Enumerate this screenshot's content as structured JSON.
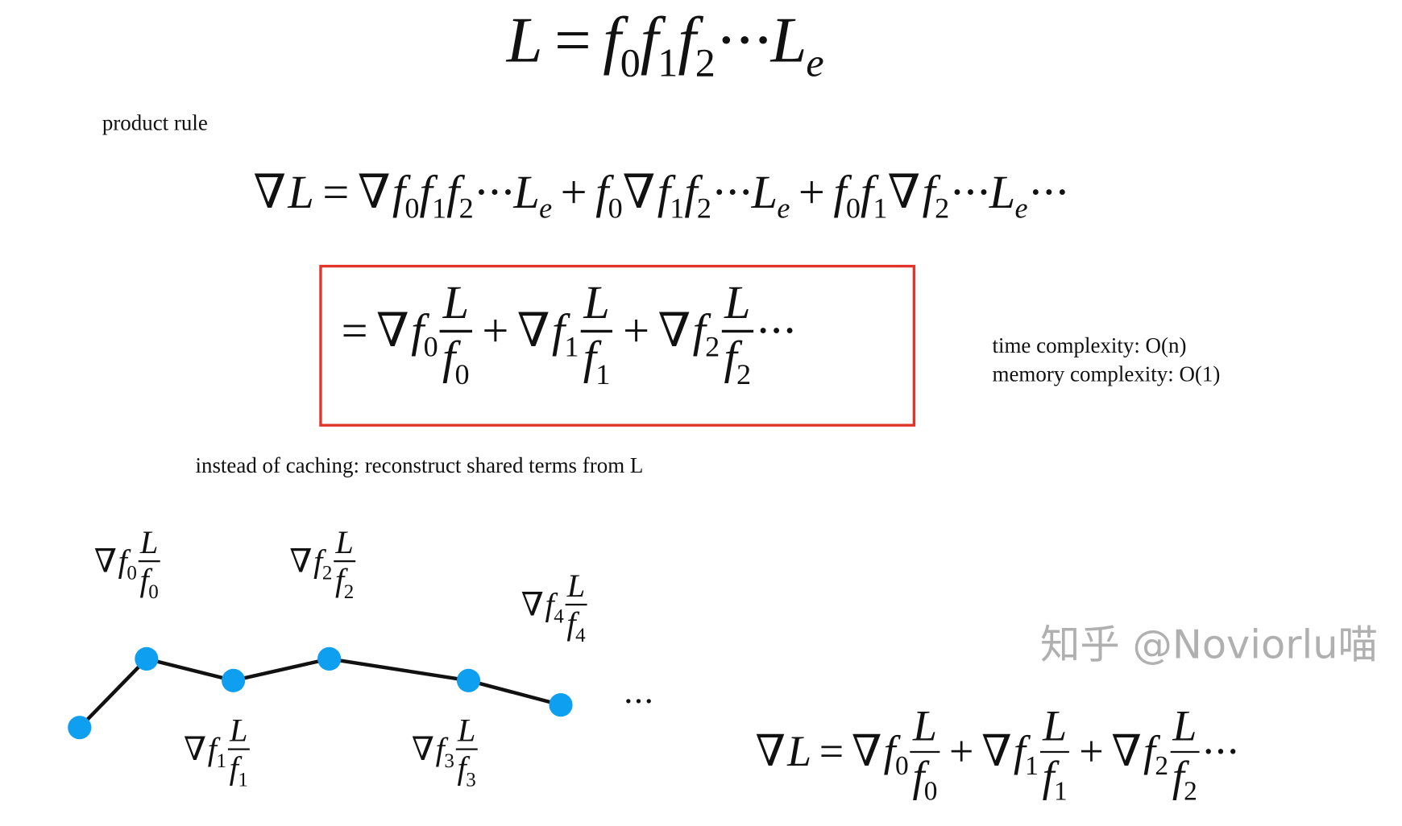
{
  "title_formula": [
    {
      "v": "L"
    },
    {
      "op": "="
    },
    {
      "v": "f",
      "sub": "0"
    },
    {
      "v": "f",
      "sub": "1"
    },
    {
      "v": "f",
      "sub": "2"
    },
    {
      "dots": "···"
    },
    {
      "v": "L",
      "sub": "e",
      "subItalic": true
    }
  ],
  "product_rule_label": "product rule",
  "product_rule_formula": [
    {
      "nabla": "∇"
    },
    {
      "v": "L"
    },
    {
      "op": "="
    },
    {
      "nabla": "∇"
    },
    {
      "v": "f",
      "sub": "0"
    },
    {
      "v": "f",
      "sub": "1"
    },
    {
      "v": "f",
      "sub": "2"
    },
    {
      "dots": "···"
    },
    {
      "v": "L",
      "sub": "e",
      "subItalic": true
    },
    {
      "op": "+"
    },
    {
      "v": "f",
      "sub": "0"
    },
    {
      "nabla": "∇"
    },
    {
      "v": "f",
      "sub": "1"
    },
    {
      "v": "f",
      "sub": "2"
    },
    {
      "dots": "···"
    },
    {
      "v": "L",
      "sub": "e",
      "subItalic": true
    },
    {
      "op": "+"
    },
    {
      "v": "f",
      "sub": "0"
    },
    {
      "v": "f",
      "sub": "1"
    },
    {
      "nabla": "∇"
    },
    {
      "v": "f",
      "sub": "2"
    },
    {
      "dots": "···"
    },
    {
      "v": "L",
      "sub": "e",
      "subItalic": true
    },
    {
      "dots": "···"
    }
  ],
  "boxed_formula": [
    {
      "op": "="
    },
    {
      "nabla": "∇"
    },
    {
      "v": "f",
      "sub": "0"
    },
    {
      "frac": [
        [
          {
            "v": "L"
          }
        ],
        [
          {
            "v": "f",
            "sub": "0"
          }
        ]
      ]
    },
    {
      "op": "+"
    },
    {
      "nabla": "∇"
    },
    {
      "v": "f",
      "sub": "1"
    },
    {
      "frac": [
        [
          {
            "v": "L"
          }
        ],
        [
          {
            "v": "f",
            "sub": "1"
          }
        ]
      ]
    },
    {
      "op": "+"
    },
    {
      "nabla": "∇"
    },
    {
      "v": "f",
      "sub": "2"
    },
    {
      "frac": [
        [
          {
            "v": "L"
          }
        ],
        [
          {
            "v": "f",
            "sub": "2"
          }
        ]
      ]
    },
    {
      "dots": "···"
    }
  ],
  "box_color": "#e0352b",
  "complexity": {
    "time": "time complexity: O(n)",
    "memory": "memory complexity: O(1)"
  },
  "caching_note": "instead of caching: reconstruct shared terms from L",
  "graph": {
    "node_color": "#0f9ff0",
    "edge_color": "#111111",
    "continuation": "···",
    "node_labels": [
      [
        {
          "nabla": "∇"
        },
        {
          "v": "f",
          "sub": "0"
        },
        {
          "frac": [
            [
              {
                "v": "L"
              }
            ],
            [
              {
                "v": "f",
                "sub": "0"
              }
            ]
          ]
        }
      ],
      [
        {
          "nabla": "∇"
        },
        {
          "v": "f",
          "sub": "1"
        },
        {
          "frac": [
            [
              {
                "v": "L"
              }
            ],
            [
              {
                "v": "f",
                "sub": "1"
              }
            ]
          ]
        }
      ],
      [
        {
          "nabla": "∇"
        },
        {
          "v": "f",
          "sub": "2"
        },
        {
          "frac": [
            [
              {
                "v": "L"
              }
            ],
            [
              {
                "v": "f",
                "sub": "2"
              }
            ]
          ]
        }
      ],
      [
        {
          "nabla": "∇"
        },
        {
          "v": "f",
          "sub": "3"
        },
        {
          "frac": [
            [
              {
                "v": "L"
              }
            ],
            [
              {
                "v": "f",
                "sub": "3"
              }
            ]
          ]
        }
      ],
      [
        {
          "nabla": "∇"
        },
        {
          "v": "f",
          "sub": "4"
        },
        {
          "frac": [
            [
              {
                "v": "L"
              }
            ],
            [
              {
                "v": "f",
                "sub": "4"
              }
            ]
          ]
        }
      ]
    ]
  },
  "summary_formula": [
    {
      "nabla": "∇"
    },
    {
      "v": "L"
    },
    {
      "op": "="
    },
    {
      "nabla": "∇"
    },
    {
      "v": "f",
      "sub": "0"
    },
    {
      "frac": [
        [
          {
            "v": "L"
          }
        ],
        [
          {
            "v": "f",
            "sub": "0"
          }
        ]
      ]
    },
    {
      "op": "+"
    },
    {
      "nabla": "∇"
    },
    {
      "v": "f",
      "sub": "1"
    },
    {
      "frac": [
        [
          {
            "v": "L"
          }
        ],
        [
          {
            "v": "f",
            "sub": "1"
          }
        ]
      ]
    },
    {
      "op": "+"
    },
    {
      "nabla": "∇"
    },
    {
      "v": "f",
      "sub": "2"
    },
    {
      "frac": [
        [
          {
            "v": "L"
          }
        ],
        [
          {
            "v": "f",
            "sub": "2"
          }
        ]
      ]
    },
    {
      "dots": "···"
    }
  ],
  "watermark": "知乎 @Noviorlu喵"
}
